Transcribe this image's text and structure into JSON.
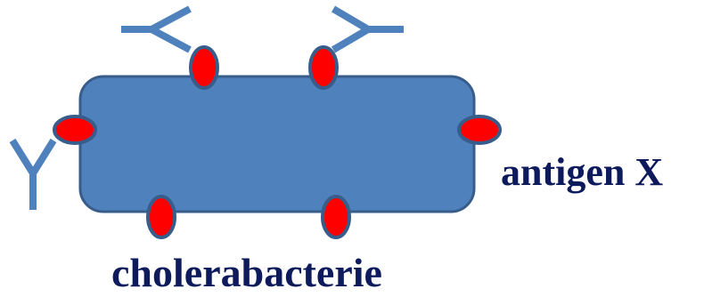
{
  "labels": {
    "antigen": "antigen X",
    "bacterium": "cholerabacterie"
  },
  "colors": {
    "bacterium_fill": "#4f81bd",
    "bacterium_stroke": "#385d8a",
    "antigen_fill": "#ff0000",
    "antibody": "#4f81bd",
    "label_text": "#0d1a5c"
  },
  "elements": {
    "bacterium": "rounded-rectangle",
    "antigen_count": 6,
    "antibody_count": 3,
    "antibody_shape": "Y"
  }
}
